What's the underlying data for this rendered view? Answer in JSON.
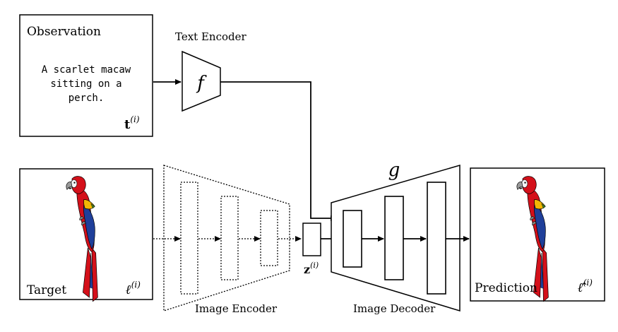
{
  "observation": {
    "title": "Observation",
    "text_lines": [
      "A scarlet macaw",
      "sitting on a",
      "perch."
    ],
    "symbol": "t",
    "superscript": "(i)"
  },
  "text_encoder": {
    "label": "Text Encoder",
    "symbol": "f"
  },
  "target": {
    "label": "Target",
    "symbol": "ℓ",
    "superscript": "(i)",
    "image": "scarlet-macaw-silhouette"
  },
  "image_encoder": {
    "label": "Image Encoder"
  },
  "latent": {
    "symbol": "z",
    "superscript": "(i)"
  },
  "image_decoder": {
    "label": "Image Decoder",
    "symbol": "g"
  },
  "prediction": {
    "label": "Prediction",
    "symbol": "ℓ̂",
    "superscript": "(i)",
    "image": "scarlet-macaw-silhouette"
  },
  "colors": {
    "macaw_red": "#d4101a",
    "macaw_yellow": "#f2b705",
    "macaw_blue": "#1f3f9a",
    "macaw_green": "#3f7f2a"
  }
}
